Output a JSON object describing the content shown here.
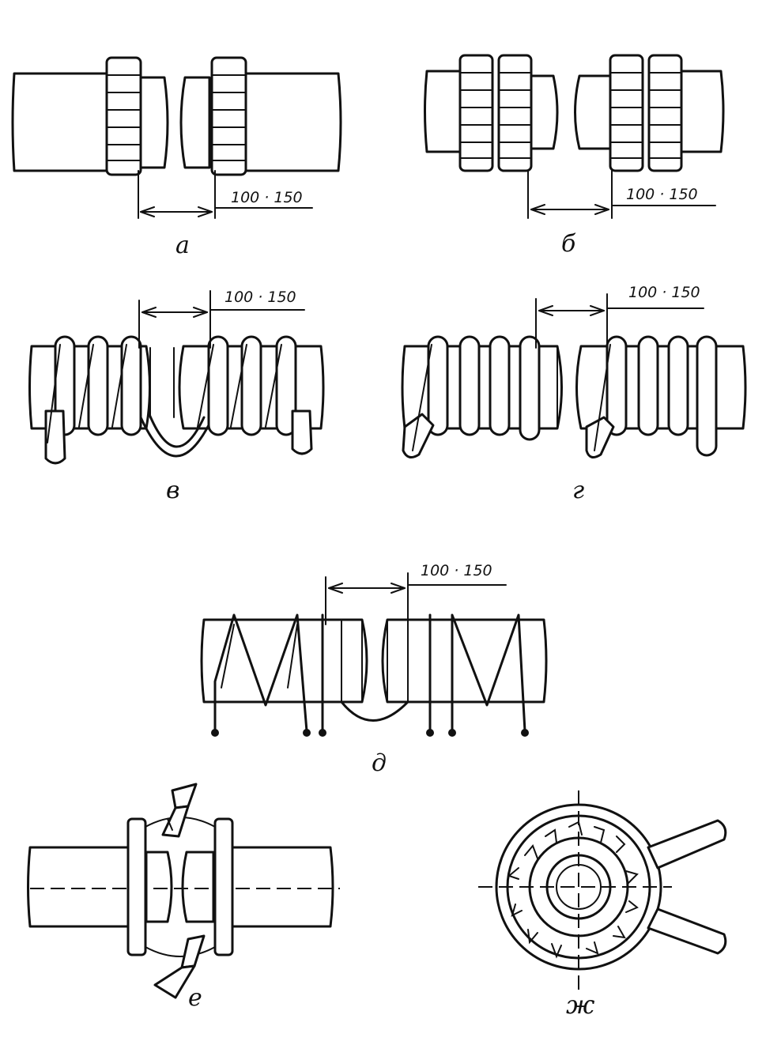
{
  "figure": {
    "dimension_text": "100 · 150",
    "labels": {
      "a": "а",
      "b": "б",
      "v": "в",
      "g": "г",
      "d": "д",
      "e": "е",
      "zh": "ж"
    }
  },
  "colors": {
    "ink": "#111111",
    "paper": "#ffffff"
  }
}
